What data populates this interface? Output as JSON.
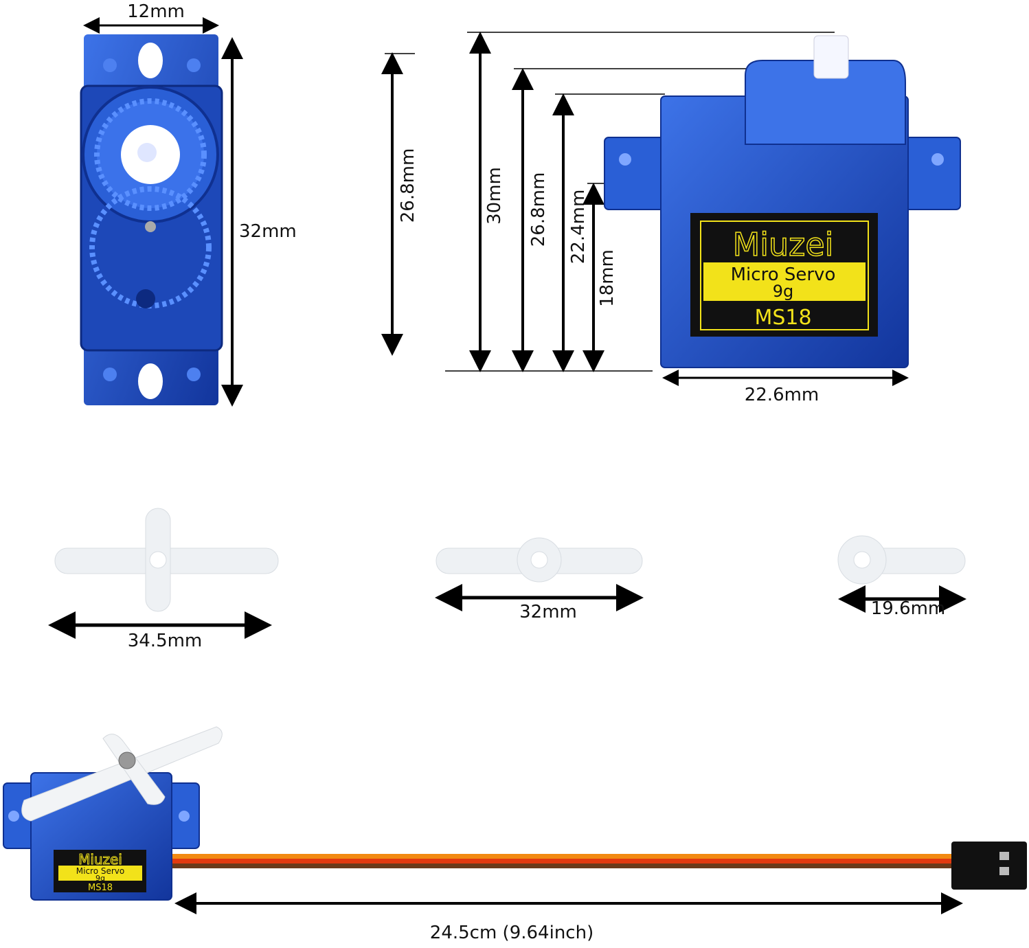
{
  "dimensions": {
    "top_width": "12mm",
    "top_length": "32mm",
    "height_body": "26.8mm",
    "height_total": "30mm",
    "height_hub": "26.8mm",
    "height_top": "22.4mm",
    "height_ears": "18mm",
    "body_width": "22.6mm",
    "horn_cross": "34.5mm",
    "horn_double": "32mm",
    "horn_single": "19.6mm",
    "cable_length": "24.5cm (9.64inch)"
  },
  "label": {
    "brand": "Miuzei",
    "product": "Micro Servo",
    "weight": "9g",
    "model": "MS18"
  },
  "colors": {
    "servo_blue": "#1f4fc8",
    "label_yellow": "#f2e21a",
    "wire_orange": "#f28a12",
    "wire_red": "#e23a10",
    "wire_brown": "#6b3a1a"
  }
}
